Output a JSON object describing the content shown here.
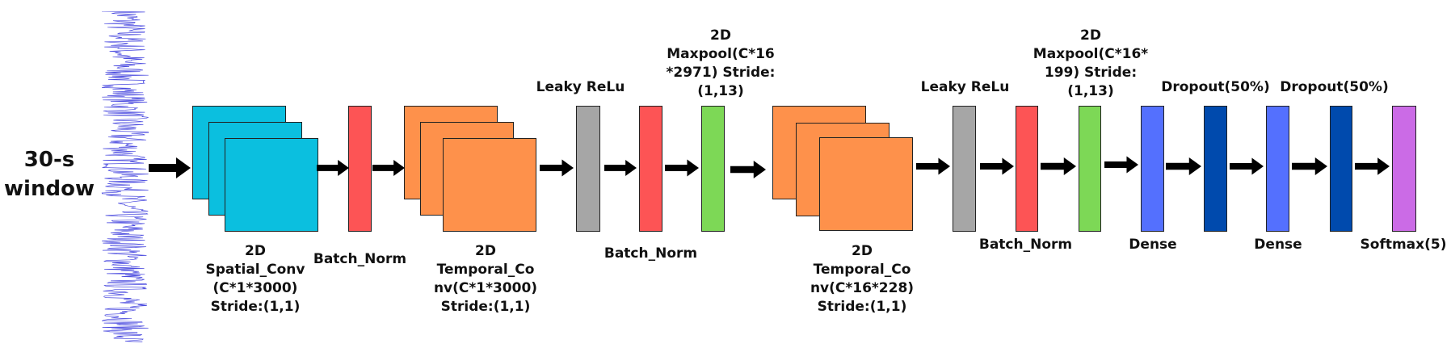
{
  "diagram": {
    "input": {
      "label": "30-s\nwindow",
      "signal_color": "#4a4adf"
    },
    "arrow_color": "#000000",
    "colors": {
      "spatial_conv": "#0bbfdf",
      "batch_norm": "#fd5455",
      "temporal_conv": "#fe914b",
      "leaky_relu": "#a6a6a6",
      "maxpool": "#7dd856",
      "dense_light": "#5470fe",
      "dense_dark": "#004aad",
      "softmax": "#cb6be6"
    },
    "labels": {
      "spatial_conv": "2D\nSpatial_Conv\n(C*1*3000)\nStride:(1,1)",
      "batch_norm_1": "Batch_Norm",
      "temporal_conv_1": "2D\nTemporal_Co\nnv(C*1*3000)\nStride:(1,1)",
      "leaky_relu_1": "Leaky ReLu",
      "batch_norm_2": "Batch_Norm",
      "maxpool_1": "2D\nMaxpool(C*16\n*2971) Stride:\n(1,13)",
      "temporal_conv_2": "2D\nTemporal_Co\nnv(C*16*228)\nStride:(1,1)",
      "leaky_relu_2": "Leaky ReLu",
      "batch_norm_3": "Batch_Norm",
      "maxpool_2": "2D\nMaxpool(C*16*\n199) Stride:\n(1,13)",
      "dense_1": "Dense",
      "dropout_1": "Dropout(50%)",
      "dense_2": "Dense",
      "dropout_2": "Dropout(50%)",
      "softmax": "Softmax(5)"
    }
  }
}
